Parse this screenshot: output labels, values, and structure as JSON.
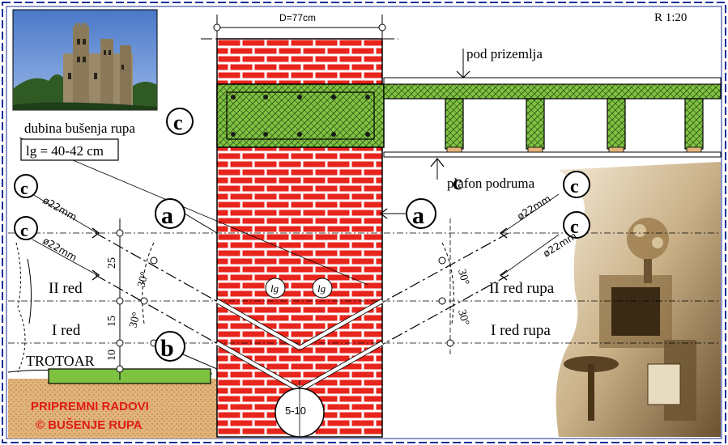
{
  "scale_label": "R  1:20",
  "wall_width_label": "D=77cm",
  "floor_label": "pod prizemlja",
  "ceiling_label": "plafon podruma",
  "drill_depth_label": "dubina bušenja rupa",
  "drill_depth_value": "lg = 40-42 cm",
  "marker_a": "a",
  "marker_b": "b",
  "marker_c": "c",
  "diameter_label": "ø22mm",
  "angle_label": "30°",
  "row_labels_left": [
    "II red",
    "I red"
  ],
  "row_labels_right": [
    "II red rupa",
    "I red rupa"
  ],
  "sidewalk_label": "TROTOAR",
  "dim_values": [
    "25",
    "15",
    "10"
  ],
  "hole_length_label": "lg",
  "bottom_dim": "5-10",
  "footer_title": "PRIPREMNI RADOVI",
  "footer_subtitle": "© BUŠENJE RUPA",
  "colors": {
    "brick": "#e8251c",
    "mortar": "#ffffff",
    "concrete": "#7fc242",
    "soil": "#e3b47a",
    "frame": "#1a2f9a",
    "footer_text": "#e01b1b"
  }
}
